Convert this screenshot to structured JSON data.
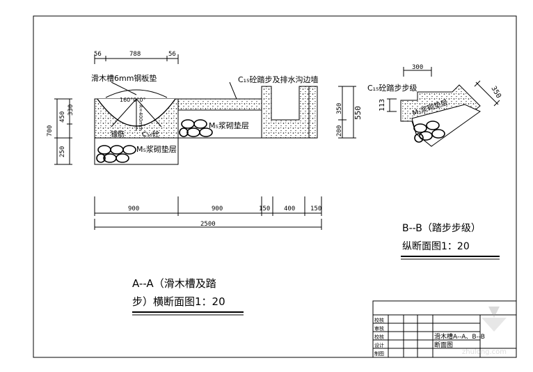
{
  "section_aa": {
    "title_line1": "A--A（滑木槽及踏",
    "title_line2": "步）横断面图1：20",
    "top_dims": [
      "56",
      "788",
      "56"
    ],
    "label_plate": "滑木槽6mm钢板垫",
    "label_step_wall": "C₁₅砼踏步及排水沟边墙",
    "label_angles": "160°0°0°",
    "label_radius": "R=400mm",
    "label_anchor": "锚筋",
    "label_c15": "C₁₅砼",
    "label_mortar_right": "M₅浆砌垫层",
    "label_mortar_left": "M₅浆砌垫层",
    "left_dims": [
      "700",
      "450",
      "330",
      "250"
    ],
    "right_dims": [
      "200",
      "350",
      "550"
    ],
    "bottom_dims": [
      "900",
      "900",
      "150",
      "400",
      "150"
    ],
    "total_dim": "2500"
  },
  "section_bb": {
    "title_line1": "B--B（踏步步级）",
    "title_line2": "纵断面图1：20",
    "dim_top": "300",
    "dim_right": "350",
    "dim_left": "113",
    "label_step": "C₁₅砼踏步步级",
    "label_mortar": "M₅浆砌垫层"
  },
  "title_block": {
    "row_labels": [
      "校核",
      "审核",
      "校核",
      "设计",
      "制图"
    ],
    "drawing_name_line1": "滑木槽A--A、B--B",
    "drawing_name_line2": "断面图",
    "watermark": "zhulong.com"
  }
}
